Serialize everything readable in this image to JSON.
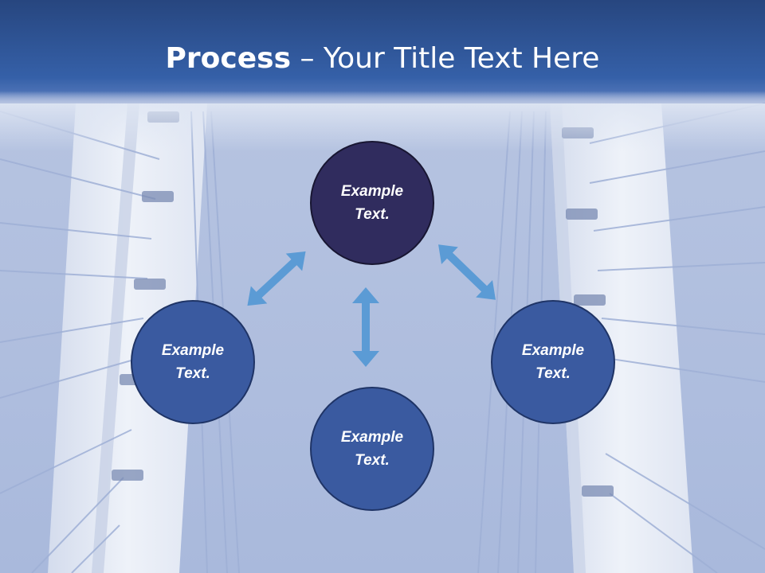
{
  "title": {
    "bold": "Process",
    "rest": " – Your Title Text Here"
  },
  "colors": {
    "title_bar": "#2f5597",
    "dark_circle": "#302c5e",
    "blue_circle": "#3a5aa0",
    "arrow": "#5b9bd5",
    "sky": "#aebedf"
  },
  "nodes": [
    {
      "id": "top",
      "line1": "Example",
      "line2": "Text."
    },
    {
      "id": "left",
      "line1": "Example",
      "line2": "Text."
    },
    {
      "id": "right",
      "line1": "Example",
      "line2": "Text."
    },
    {
      "id": "bottom",
      "line1": "Example",
      "line2": "Text."
    }
  ],
  "background_image": "cable-stayed-bridge-photo"
}
